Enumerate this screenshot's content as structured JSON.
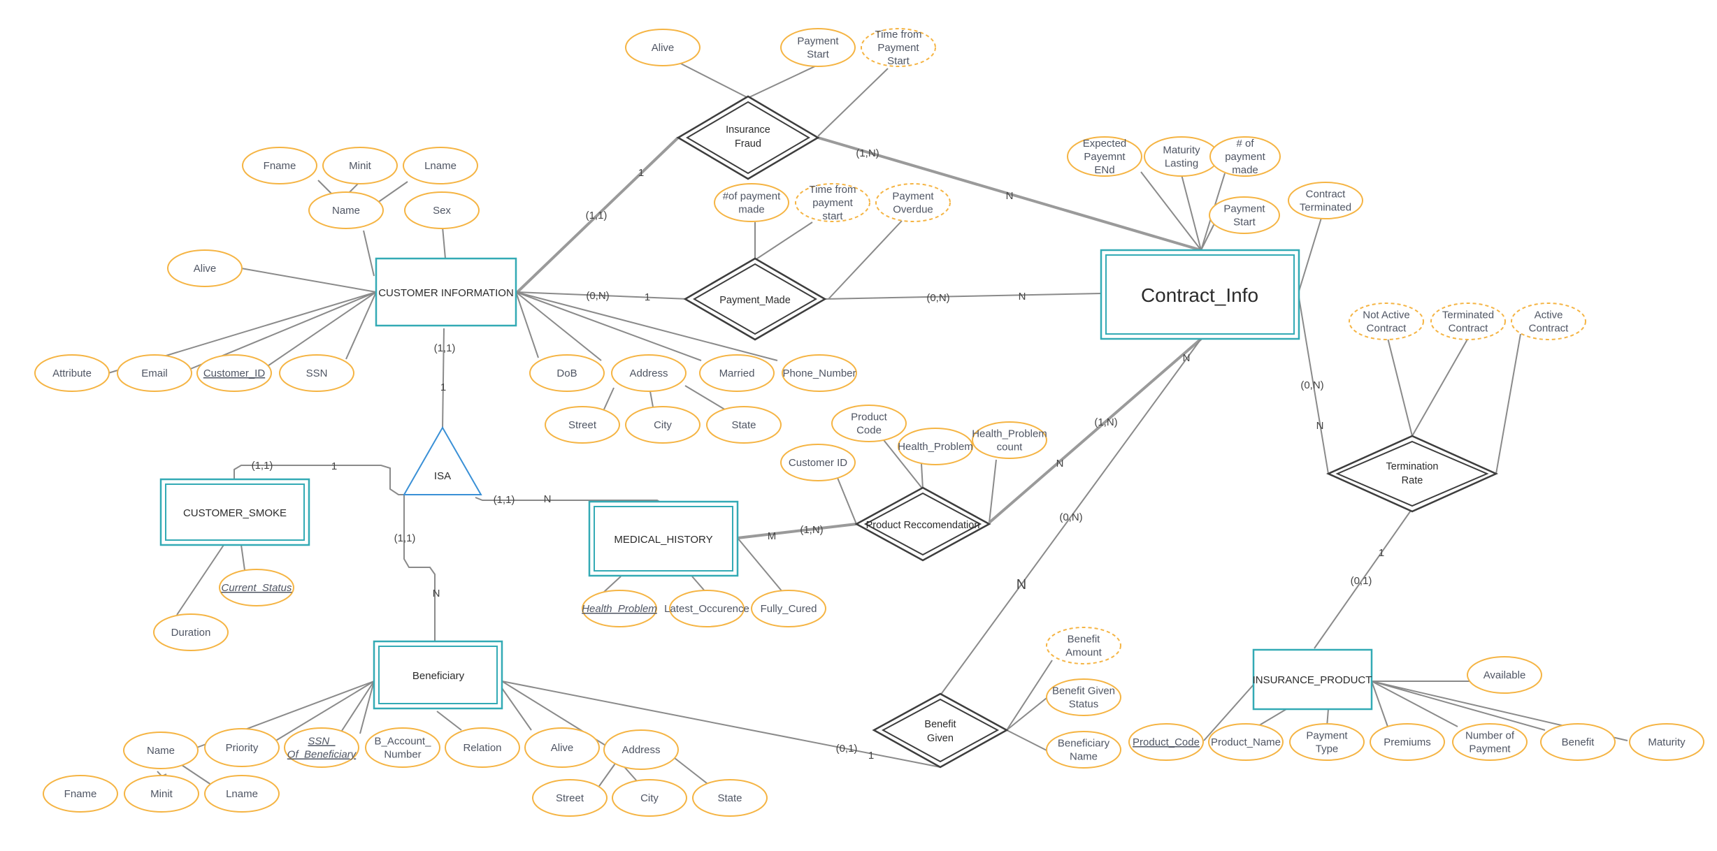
{
  "colors": {
    "attribute": "#f5b443",
    "entity": "#33aab5",
    "isa": "#3a90d6",
    "relationship": "#3d3d3d",
    "line": "#8a8a8a",
    "text": "#4f5563"
  },
  "entities": {
    "customer_information": "CUSTOMER INFORMATION",
    "contract_info": "Contract_Info",
    "customer_smoke": "CUSTOMER_SMOKE",
    "medical_history": "MEDICAL_HISTORY",
    "beneficiary": "Beneficiary",
    "insurance_product": "INSURANCE_PRODUCT",
    "isa": "ISA"
  },
  "relationships": {
    "insurance_fraud": [
      "Insurance",
      "Fraud"
    ],
    "payment_made": [
      "Payment_Made"
    ],
    "product_recommendation": [
      "Product Reccomendation"
    ],
    "benefit_given": [
      "Benefit",
      "Given"
    ],
    "termination_rate": [
      "Termination",
      "Rate"
    ]
  },
  "attributes": {
    "fraud_alive": [
      "Alive"
    ],
    "fraud_payment_start": [
      "Payment",
      "Start"
    ],
    "fraud_time_from_payment_start": [
      "Time from",
      "Payment",
      "Start"
    ],
    "pm_num_payment_made": [
      "#of payment",
      "made"
    ],
    "pm_time_from_payment_start": [
      "Time from",
      "payment",
      "start"
    ],
    "pm_payment_overdue": [
      "Payment",
      "Overdue"
    ],
    "ci_fname": [
      "Fname"
    ],
    "ci_minit": [
      "Minit"
    ],
    "ci_lname": [
      "Lname"
    ],
    "ci_name": [
      "Name"
    ],
    "ci_sex": [
      "Sex"
    ],
    "ci_alive": [
      "Alive"
    ],
    "ci_attribute": [
      "Attribute"
    ],
    "ci_email": [
      "Email"
    ],
    "ci_customer_id": [
      "Customer_ID"
    ],
    "ci_ssn": [
      "SSN"
    ],
    "ci_dob": [
      "DoB"
    ],
    "ci_address": [
      "Address"
    ],
    "ci_married": [
      "Married"
    ],
    "ci_phone_number": [
      "Phone_Number"
    ],
    "ci_street": [
      "Street"
    ],
    "ci_city": [
      "City"
    ],
    "ci_state": [
      "State"
    ],
    "contract_expected_payment_end": [
      "Expected",
      "Payemnt",
      "ENd"
    ],
    "contract_maturity_lasting": [
      "Maturity",
      "Lasting"
    ],
    "contract_num_payment_made": [
      "# of",
      "payment",
      "made"
    ],
    "contract_payment_start": [
      "Payment",
      "Start"
    ],
    "contract_terminated": [
      "Contract",
      "Terminated"
    ],
    "tr_not_active_contract": [
      "Not Active",
      "Contract"
    ],
    "tr_terminated_contract": [
      "Terminated",
      "Contract"
    ],
    "tr_active_contract": [
      "Active",
      "Contract"
    ],
    "pr_product_code": [
      "Product",
      "Code"
    ],
    "pr_health_problem": [
      "Health_Problem"
    ],
    "pr_health_problem_count": [
      "Health_Problem",
      "count"
    ],
    "pr_customer_id": [
      "Customer ID"
    ],
    "smoke_current_status": [
      "Current_Status"
    ],
    "smoke_duration": [
      "Duration"
    ],
    "mh_health_problem": [
      "Health_Problem"
    ],
    "mh_latest_occurence": [
      "Latest_Occurence"
    ],
    "mh_fully_cured": [
      "Fully_Cured"
    ],
    "bg_benefit_amount": [
      "Benefit",
      "Amount"
    ],
    "bg_benefit_given_status": [
      "Benefit Given",
      "Status"
    ],
    "bg_beneficiary_name": [
      "Beneficiary",
      "Name"
    ],
    "ben_name": [
      "Name"
    ],
    "ben_priority": [
      "Priority"
    ],
    "ben_ssn_of_beneficiary": [
      "SSN_",
      "Of_Beneficiary"
    ],
    "ben_b_account_number": [
      "B_Account_",
      "Number"
    ],
    "ben_relation": [
      "Relation"
    ],
    "ben_alive": [
      "Alive"
    ],
    "ben_address": [
      "Address"
    ],
    "ben_fname": [
      "Fname"
    ],
    "ben_minit": [
      "Minit"
    ],
    "ben_lname": [
      "Lname"
    ],
    "ben_street": [
      "Street"
    ],
    "ben_city": [
      "City"
    ],
    "ben_state": [
      "State"
    ],
    "ip_product_code": [
      "Product_Code"
    ],
    "ip_product_name": [
      "Product_Name"
    ],
    "ip_payment_type": [
      "Payment",
      "Type"
    ],
    "ip_premiums": [
      "Premiums"
    ],
    "ip_number_of_payment": [
      "Number of",
      "Payment"
    ],
    "ip_benefit": [
      "Benefit"
    ],
    "ip_maturity": [
      "Maturity"
    ],
    "ip_available": [
      "Available"
    ]
  },
  "cardinalities": {
    "fraud_ci_min_max": "(1,1)",
    "fraud_ci_one": "1",
    "fraud_contract_min_max": "(1,N)",
    "fraud_contract_n": "N",
    "pm_ci_min_max": "(0,N)",
    "pm_ci_one": "1",
    "pm_contract_min_max": "(0,N)",
    "pm_contract_n": "N",
    "ci_isa_min_max": "(1,1)",
    "ci_isa_one": "1",
    "smoke_min_max": "(1,1)",
    "smoke_one": "1",
    "mh_min_max": "(1,1)",
    "mh_n": "N",
    "ben_min_max": "(1,1)",
    "ben_n": "N",
    "mh_pr_m": "M",
    "mh_pr_min_max": "(1,N)",
    "contract_pr_min_max": "(1,N)",
    "contract_pr_n1": "N",
    "contract_pr_n2": "N",
    "contract_bg_min_max": "(0,N)",
    "contract_bg_n": "N",
    "ben_bg_min_max": "(0,1)",
    "ben_bg_one": "1",
    "contract_tr_min_max": "(0,N)",
    "contract_tr_n": "N",
    "ip_tr_one": "1",
    "ip_tr_min_max": "(0,1)"
  }
}
